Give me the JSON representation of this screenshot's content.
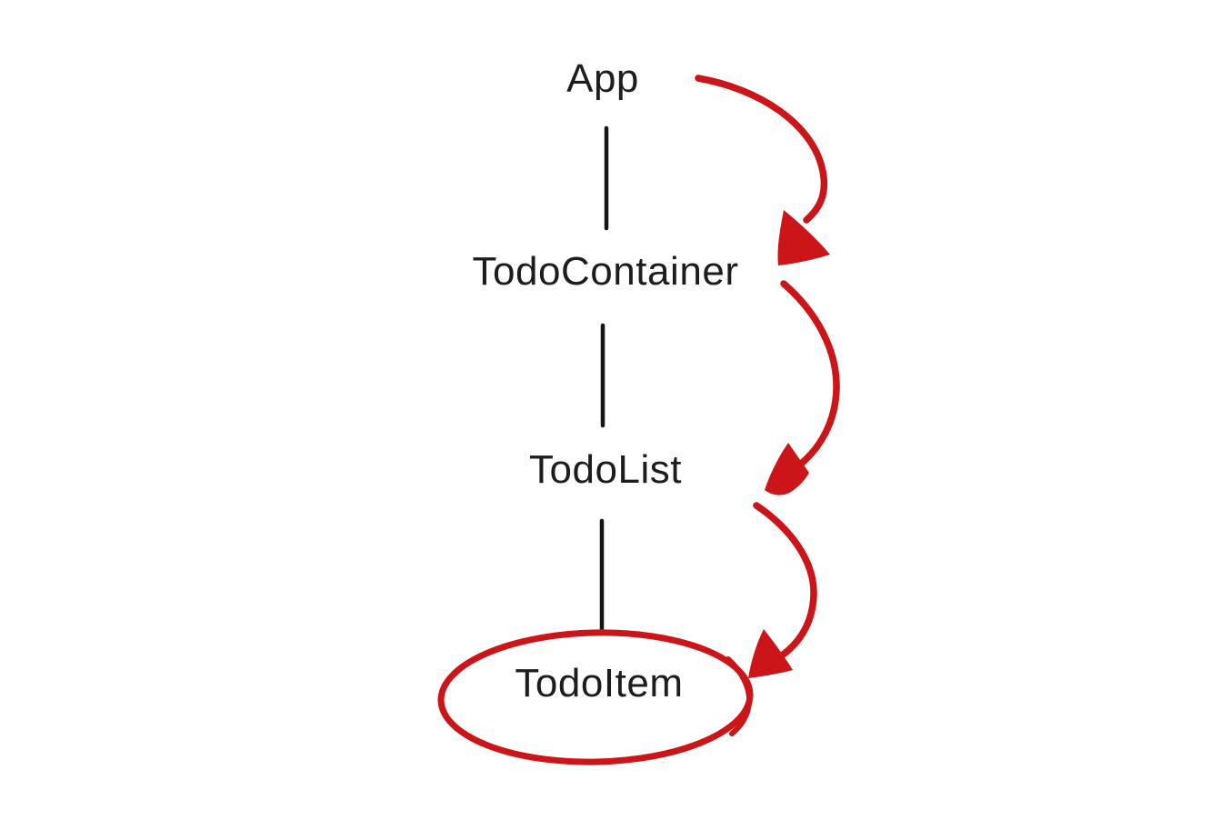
{
  "page": {
    "background": "#ffffff"
  },
  "colors": {
    "text": "#1d1d1f",
    "edge_line": "#151515",
    "annotation": "#cb1518"
  },
  "nodes": [
    {
      "id": "app",
      "label": "App"
    },
    {
      "id": "todo-container",
      "label": "TodoContainer"
    },
    {
      "id": "todo-list",
      "label": "TodoList"
    },
    {
      "id": "todo-item",
      "label": "TodoItem",
      "highlighted": true
    }
  ]
}
